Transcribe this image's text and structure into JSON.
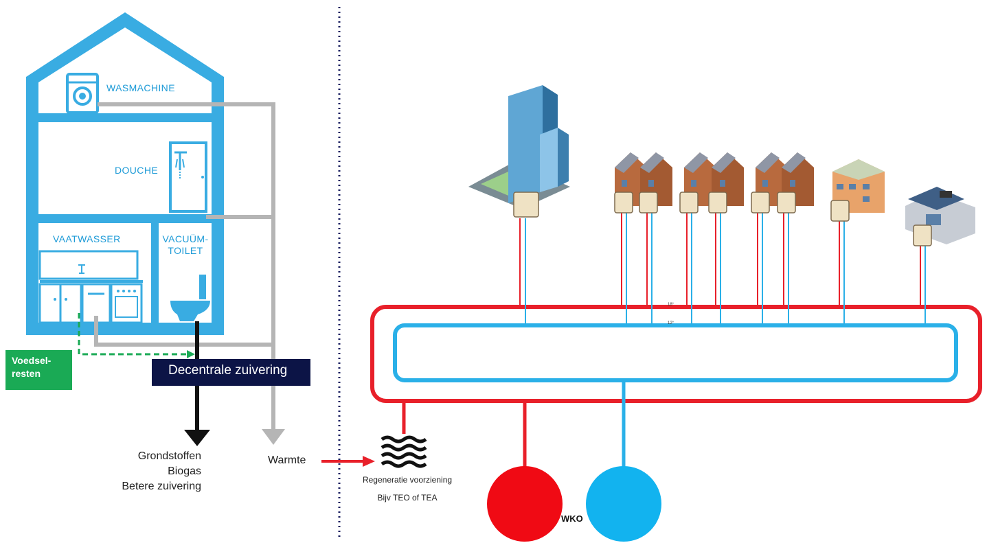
{
  "house": {
    "rooms": {
      "wasmachine": "WASMACHINE",
      "douche": "DOUCHE",
      "vaatwasser": "VAATWASSER",
      "vacuum_toilet": [
        "VACUÜM-",
        "TOILET"
      ]
    },
    "voedselresten": [
      "Voedsel-",
      "resten"
    ],
    "decentrale_zuivering": "Decentrale zuivering",
    "outputs_left": [
      "Grondstoffen",
      "Biogas",
      "Betere zuivering"
    ],
    "output_right": "Warmte"
  },
  "network": {
    "temp_warm": "18°",
    "temp_cold": "12°",
    "regeneratie": "Regeneratie voorziening",
    "regeneratie_example": "Bijv TEO of TEA",
    "wko": "WKO"
  },
  "colors": {
    "house_blue": "#39ace2",
    "pipe_gray": "#b5b5b5",
    "warm_red": "#e8202a",
    "cold_blue": "#2ab0e8",
    "food_green": "#1aaa55",
    "navy": "#0c1446"
  }
}
